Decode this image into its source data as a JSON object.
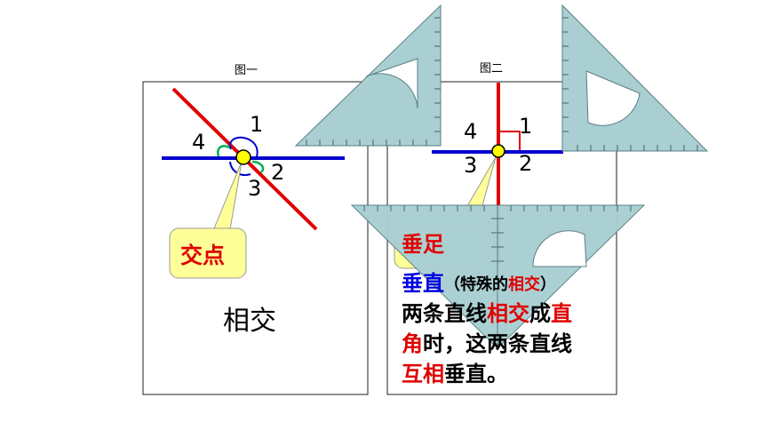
{
  "figure1": {
    "caption": "图一",
    "angles": [
      "1",
      "2",
      "3",
      "4"
    ],
    "callout": "交点",
    "label": "相交"
  },
  "figure2": {
    "caption": "图二",
    "angles": [
      "1",
      "2",
      "3",
      "4"
    ],
    "callout": "垂足",
    "term": "垂直",
    "note_open": "（特殊的",
    "note_key": "相交",
    "note_close": "）",
    "def": {
      "p1": "两条直线",
      "p2": "相交",
      "p3": "成",
      "p4": "直",
      "p5": "角",
      "p6": "时，这两条直线",
      "p7": "互相",
      "p8": "垂直。"
    }
  },
  "colors": {
    "line_red": "#e00000",
    "line_blue": "#0000d0",
    "set_square": "#a9cfd3",
    "point": "#ffff00",
    "callout_bg": "#ffff99",
    "angle_mark_green": "#00b050"
  }
}
